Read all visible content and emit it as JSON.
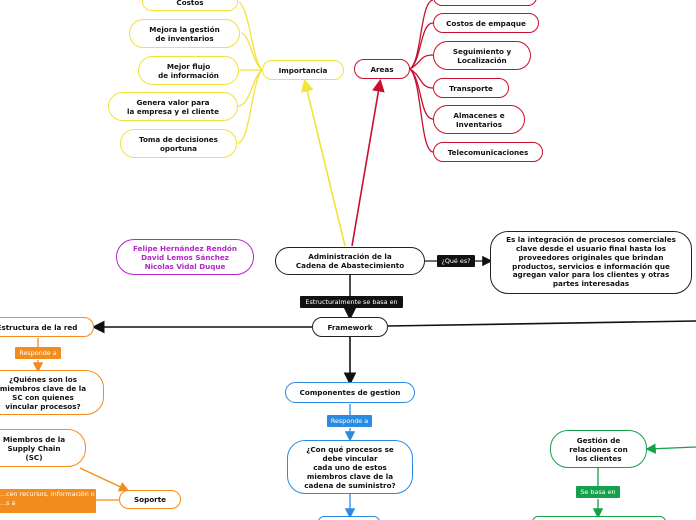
{
  "diagram": {
    "central": "Administración de la\nCadena de Abastecimiento",
    "authors": "Felipe Hernández Rendón\nDavid Lemos Sánchez\nNicolas Vidal Duque",
    "importance": {
      "label": "Importancia",
      "items": [
        "Costos",
        "Mejora la gestión\nde inventarios",
        "Mejor flujo\nde información",
        "Genera valor para\nla empresa y el cliente",
        "Toma de decisiones\noportuna"
      ]
    },
    "areas": {
      "label": "Areas",
      "items": [
        "",
        "Costos de empaque",
        "Seguimiento y\nLocalización",
        "Transporte",
        "Almacenes e\nInventarios",
        "Telecomunicaciones"
      ]
    },
    "definition": {
      "tag": "¿Qué es?",
      "text": "Es la integración de procesos comerciales\nclave desde el usuario final hasta los\nproveedores originales que brindan\nproductos, servicios e información que\nagregan valor para los clientes y otras\npartes interesadas"
    },
    "framework": {
      "tag": "Estructuralmente se basa en",
      "label": "Framework",
      "network": {
        "label": "Estructura de la red",
        "tag": "Responde a",
        "question": "¿Quiénes son los\nmiembros clave de la\nSC con quienes\nvincular procesos?",
        "members": "Miembros de la\nSupply Chain\n(SC)",
        "support": "Soporte",
        "support_tag": "...cen recursos, información o\n...s a"
      },
      "components": {
        "label": "Componentes de gestion",
        "tag": "Responde a",
        "question": "¿Con qué procesos se\ndebe vincular\ncada uno de estos\nmiembros clave de la\ncadena de suministro?"
      },
      "relations": {
        "label": "Gestión de\nrelaciones con\nlos clientes",
        "tag": "Se basa en"
      }
    },
    "colors": {
      "importance": "#f3e23a",
      "areas": "#c8102e",
      "network": "#f28c1c",
      "components": "#2b8be0",
      "relations": "#15a04a",
      "authors": "#b526c9",
      "main": "#222222"
    }
  }
}
